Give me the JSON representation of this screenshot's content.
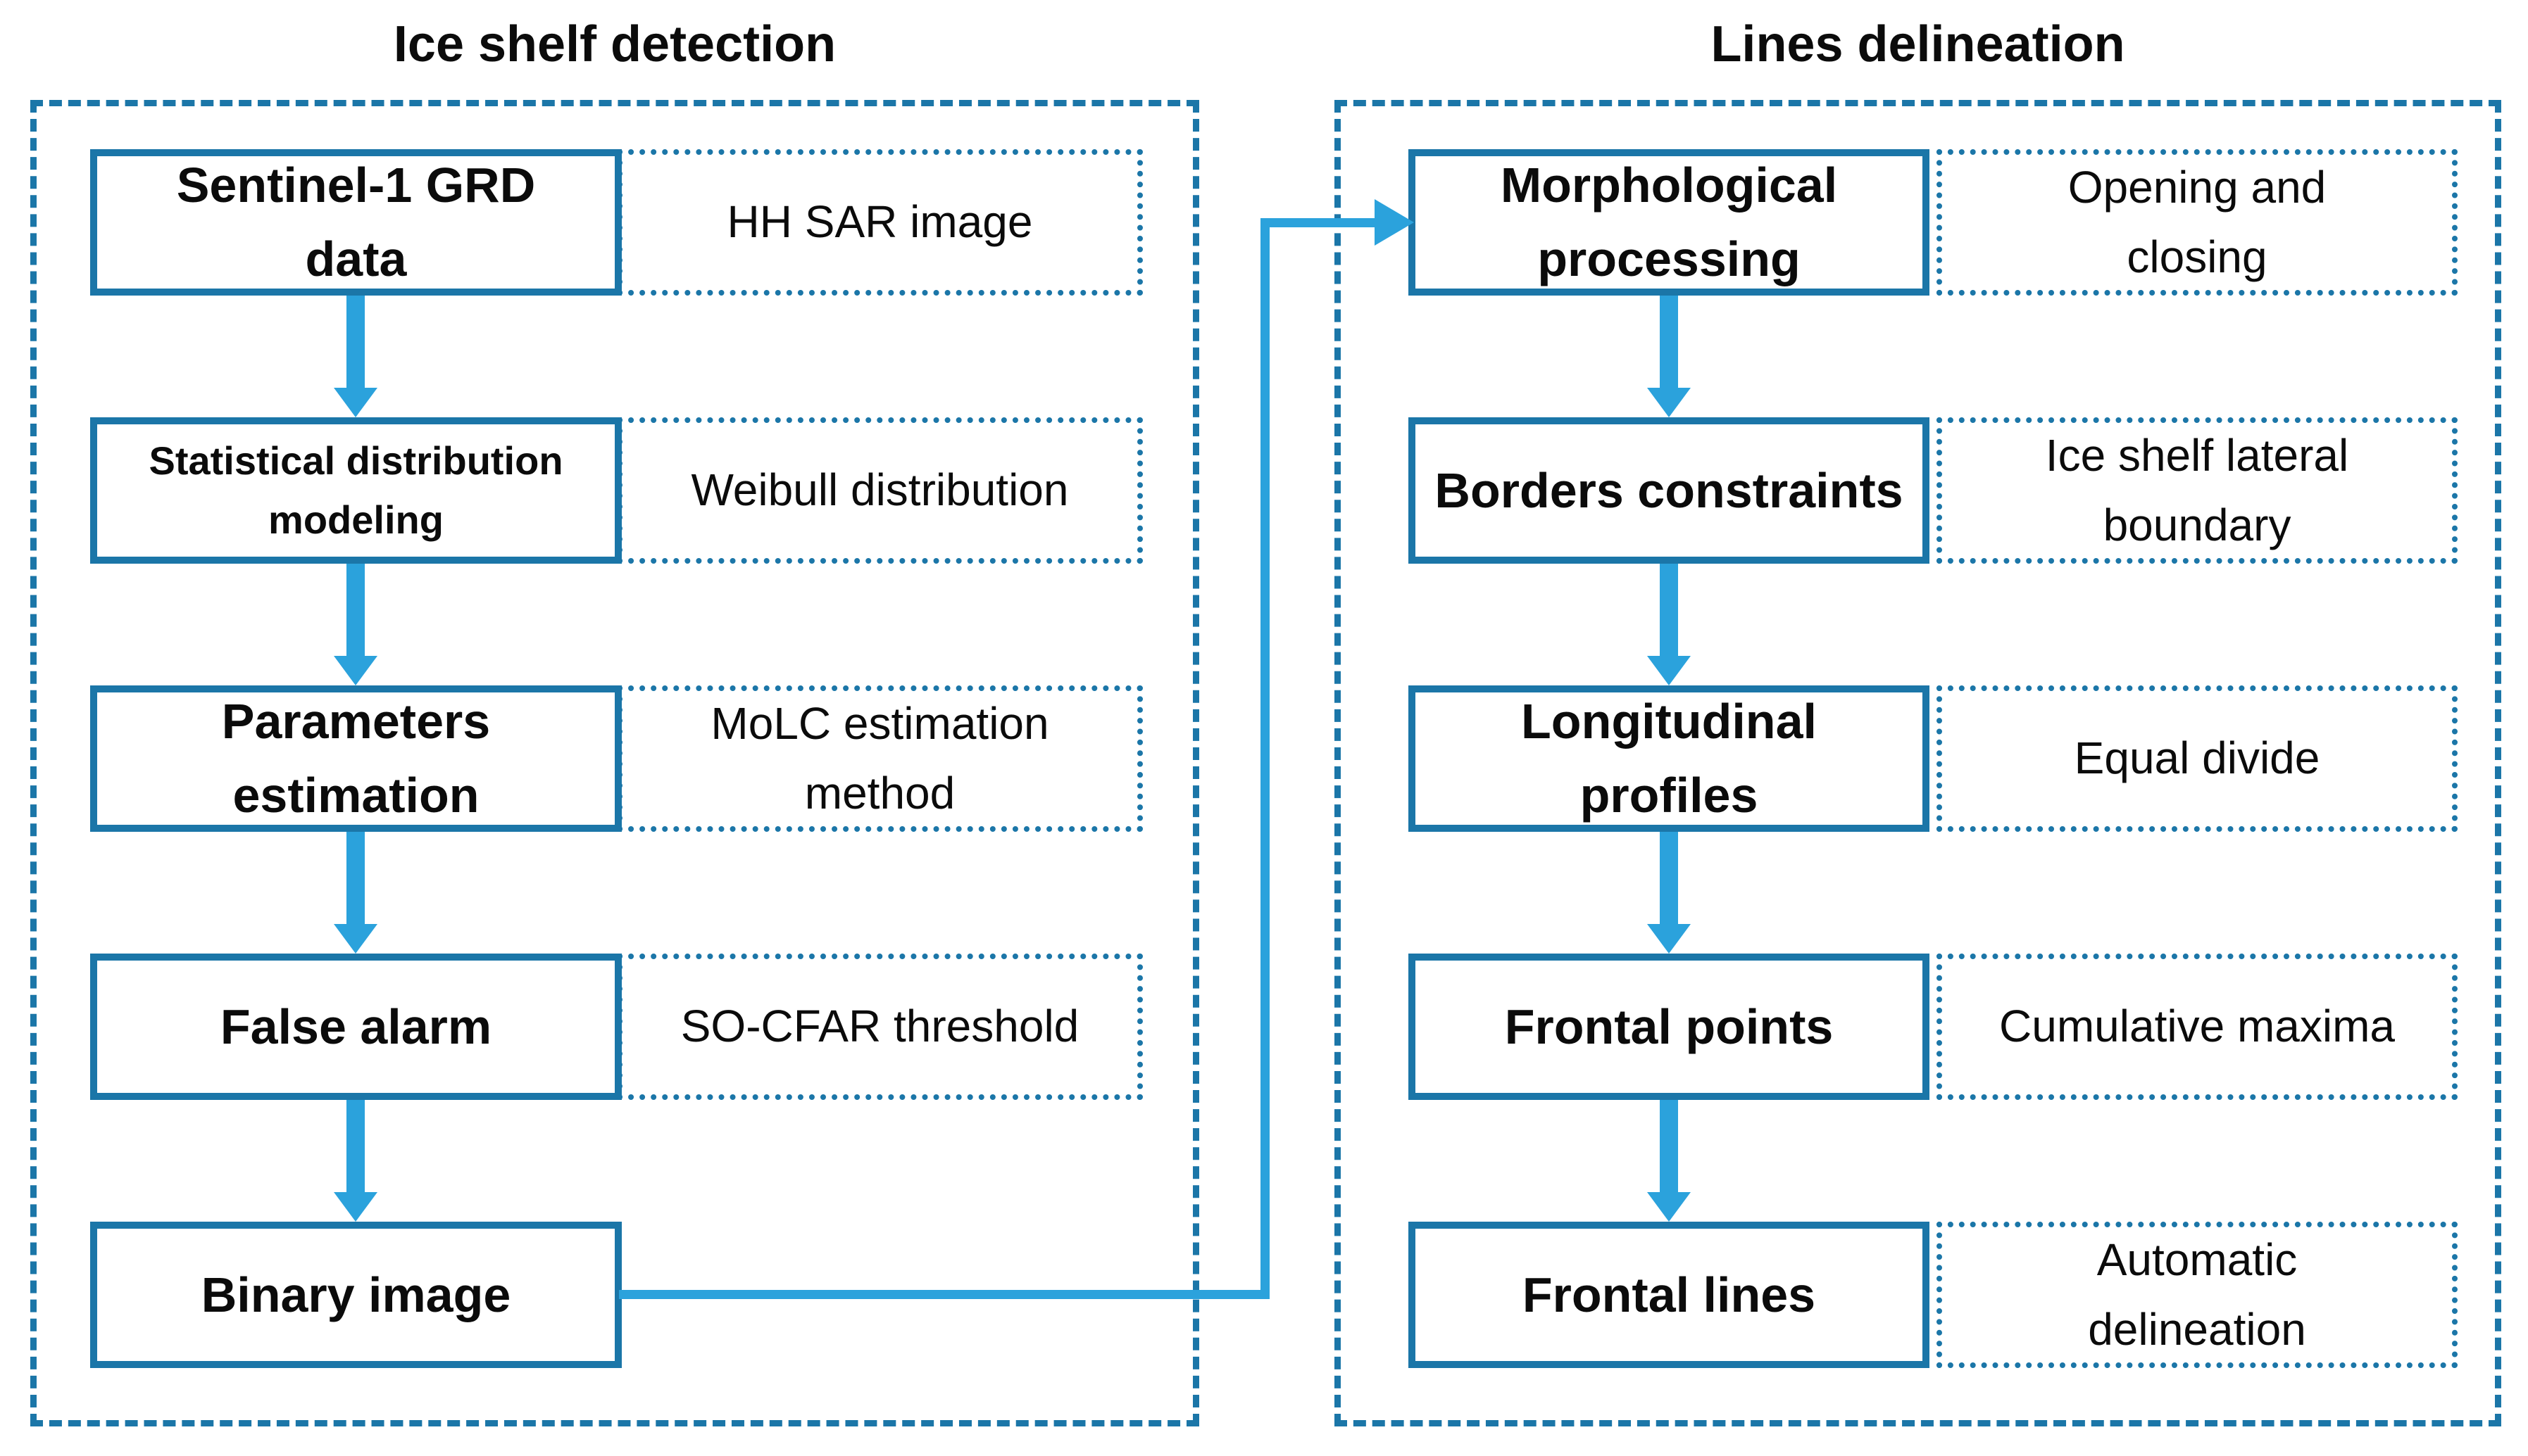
{
  "left": {
    "title": "Ice shelf detection",
    "steps": [
      {
        "label": [
          "Sentinel-1 GRD",
          "data"
        ],
        "annotation": [
          "HH SAR image"
        ]
      },
      {
        "label": [
          "Statistical distribution",
          "modeling"
        ],
        "annotation": [
          "Weibull distribution"
        ]
      },
      {
        "label": [
          "Parameters",
          "estimation"
        ],
        "annotation": [
          "MoLC estimation",
          "method"
        ]
      },
      {
        "label": [
          "False alarm"
        ],
        "annotation": [
          "SO-CFAR threshold"
        ]
      },
      {
        "label": [
          "Binary image"
        ]
      }
    ]
  },
  "right": {
    "title": "Lines delineation",
    "steps": [
      {
        "label": [
          "Morphological",
          "processing"
        ],
        "annotation": [
          "Opening and",
          "closing"
        ]
      },
      {
        "label": [
          "Borders constraints"
        ],
        "annotation": [
          "Ice shelf lateral",
          "boundary"
        ]
      },
      {
        "label": [
          "Longitudinal",
          "profiles"
        ],
        "annotation": [
          "Equal divide"
        ]
      },
      {
        "label": [
          "Frontal points"
        ],
        "annotation": [
          "Cumulative maxima"
        ]
      },
      {
        "label": [
          "Frontal lines"
        ],
        "annotation": [
          "Automatic",
          "delineation"
        ]
      }
    ]
  },
  "colors": {
    "outline_blue": "#1B76A8",
    "arrow_blue": "#2BA2DC",
    "text_black": "#0B0B0B",
    "background": "#FFFFFF"
  }
}
